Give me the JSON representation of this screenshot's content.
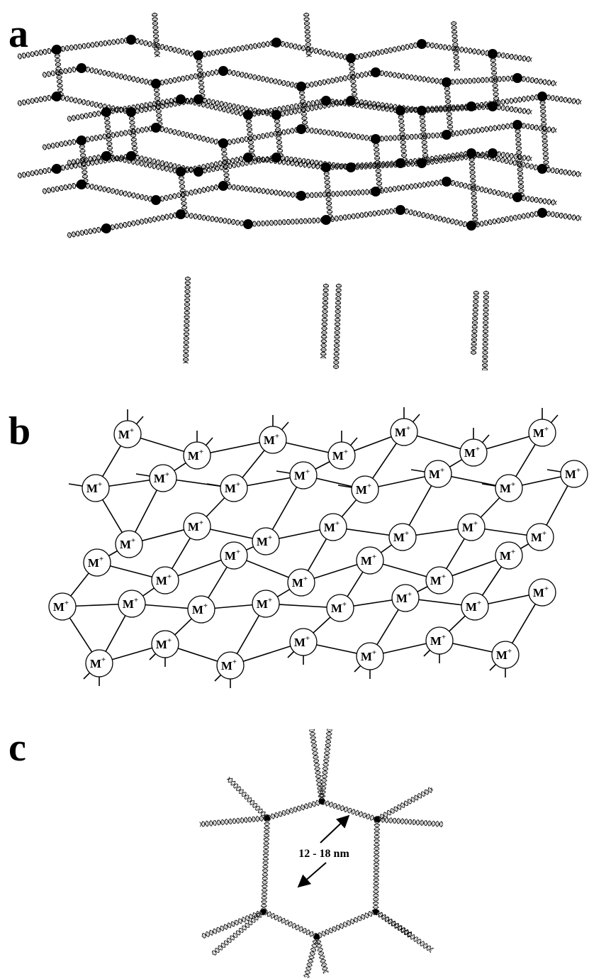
{
  "panels": {
    "a": {
      "letter": "a"
    },
    "b": {
      "letter": "b",
      "node_label": "M",
      "node_charge": "+"
    },
    "c": {
      "letter": "c",
      "dimension_label": "12 - 18 nm"
    }
  },
  "colors": {
    "ink": "#000000",
    "background": "#ffffff"
  },
  "icons": [
    "dna-helix-icon",
    "metal-ion-node-icon",
    "double-arrow-icon"
  ]
}
